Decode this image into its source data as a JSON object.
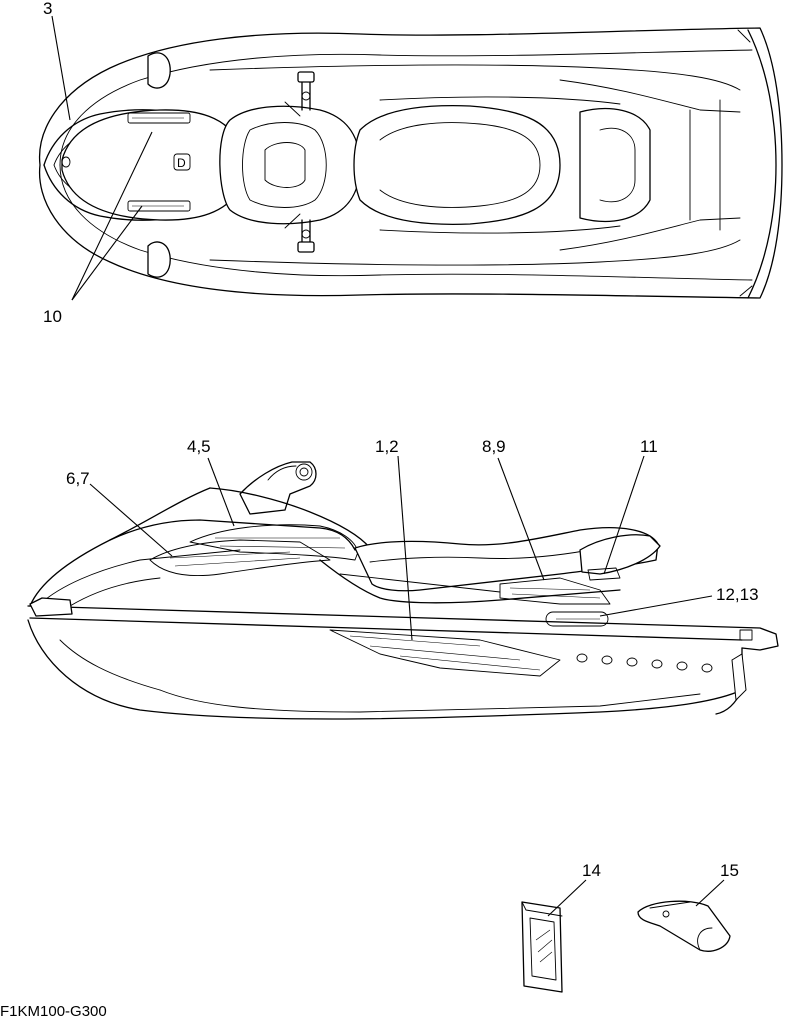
{
  "callouts": {
    "c3": "3",
    "c10": "10",
    "c45": "4,5",
    "c12": "1,2",
    "c89": "8,9",
    "c11": "11",
    "c67": "6,7",
    "c1213": "12,13",
    "c14": "14",
    "c15": "15"
  },
  "drawing_code": "F1KM100-G300"
}
